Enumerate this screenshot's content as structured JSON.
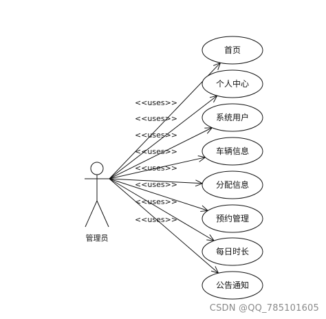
{
  "actor": {
    "label": "管理员"
  },
  "relation_label": "<<uses>>",
  "use_cases": [
    {
      "label": "首页"
    },
    {
      "label": "个人中心"
    },
    {
      "label": "系统用户"
    },
    {
      "label": "车辆信息"
    },
    {
      "label": "分配信息"
    },
    {
      "label": "预约管理"
    },
    {
      "label": "每日时长"
    },
    {
      "label": "公告通知"
    }
  ],
  "watermark": "CSDN @QQ_785101605"
}
